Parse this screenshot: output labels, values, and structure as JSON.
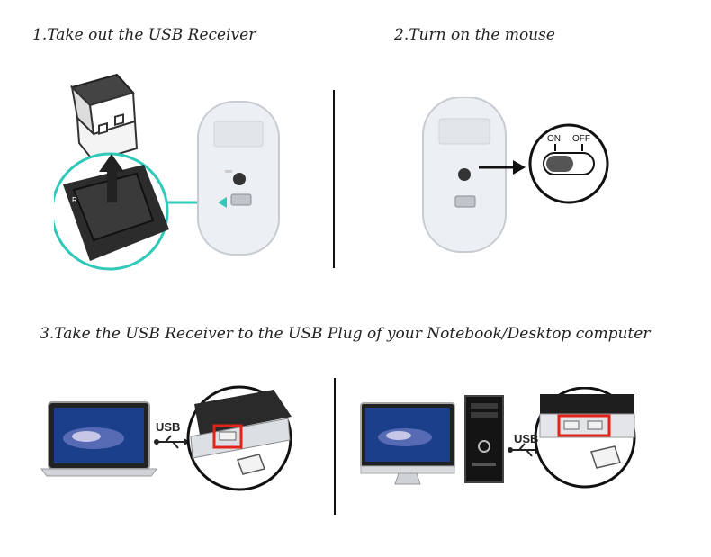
{
  "steps": [
    {
      "title": "1.Take out the USB Receiver"
    },
    {
      "title": "2.Turn on the mouse"
    },
    {
      "title": "3.Take the USB Receiver to the USB Plug of your Notebook/Desktop computer"
    }
  ],
  "switch": {
    "on_label": "ON",
    "off_label": "OFF"
  },
  "usb_label": "USB",
  "colors": {
    "accent_teal": "#2ec9b9",
    "highlight_red": "#e2231a",
    "mouse_body": "#eceff3",
    "screen_blue": "#1b3f8a"
  }
}
